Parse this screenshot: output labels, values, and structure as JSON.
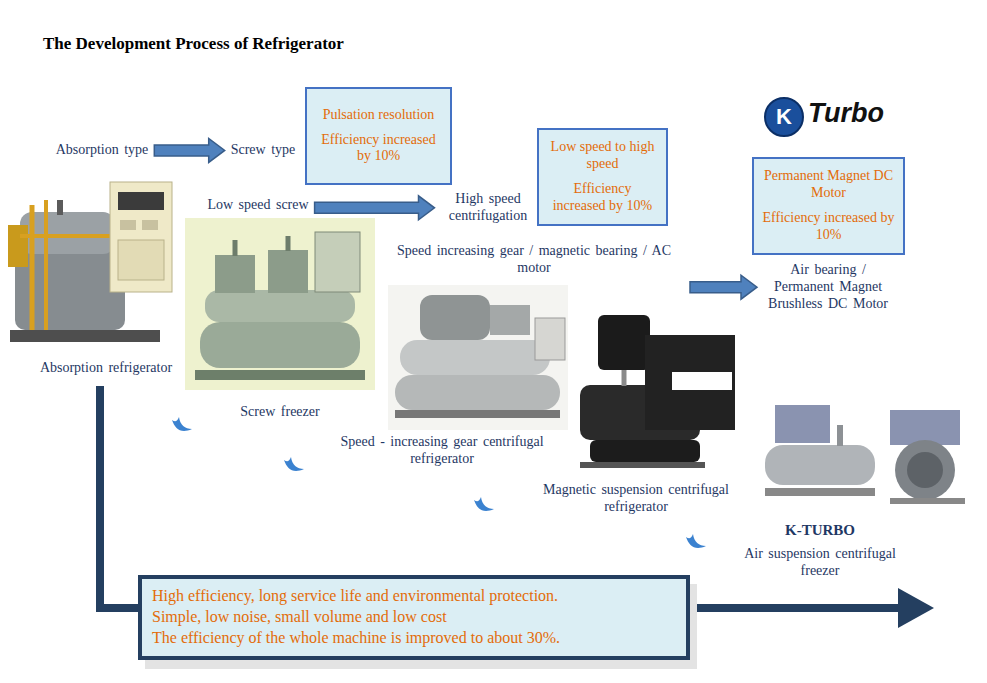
{
  "diagram": {
    "title": "The Development Process of Refrigerator",
    "nodes": [
      {
        "text": [
          "Absorption type"
        ]
      },
      {
        "text": [
          "Screw type"
        ]
      },
      {
        "text": [
          "Pulsation resolution",
          "Efficiency increased by 10%"
        ]
      },
      {
        "text": [
          "Low speed screw"
        ]
      },
      {
        "text": [
          "High speed centrifugation"
        ]
      },
      {
        "text": [
          "Low speed to high speed",
          "Efficiency increased by 10%"
        ]
      },
      {
        "text": [
          "Speed increasing gear / magnetic bearing / AC motor"
        ]
      },
      {
        "text": [
          "Permanent Magnet DC Motor",
          "Efficiency increased by 10%"
        ]
      },
      {
        "text": [
          "Air bearing / Permanent Magnet Brushless DC Motor"
        ]
      },
      {
        "text": [
          "High efficiency, long service life and environmental protection.",
          "Simple, low noise, small volume and low cost",
          "The efficiency of the whole machine is improved to about 30%."
        ]
      }
    ],
    "edges": [
      {
        "from": 0,
        "to": 1,
        "arrow": "to"
      },
      {
        "from": 3,
        "to": 4,
        "arrow": "to"
      },
      {
        "from": 6,
        "to": 8,
        "arrow": "to"
      }
    ],
    "labels": [
      "K",
      "Turbo",
      "Absorption refrigerator",
      "Screw freezer",
      "Speed - increasing gear centrifugal refrigerator",
      "Magnetic suspension centrifugal refrigerator",
      "K-TURBO",
      "Air suspension centrifugal freezer"
    ]
  }
}
